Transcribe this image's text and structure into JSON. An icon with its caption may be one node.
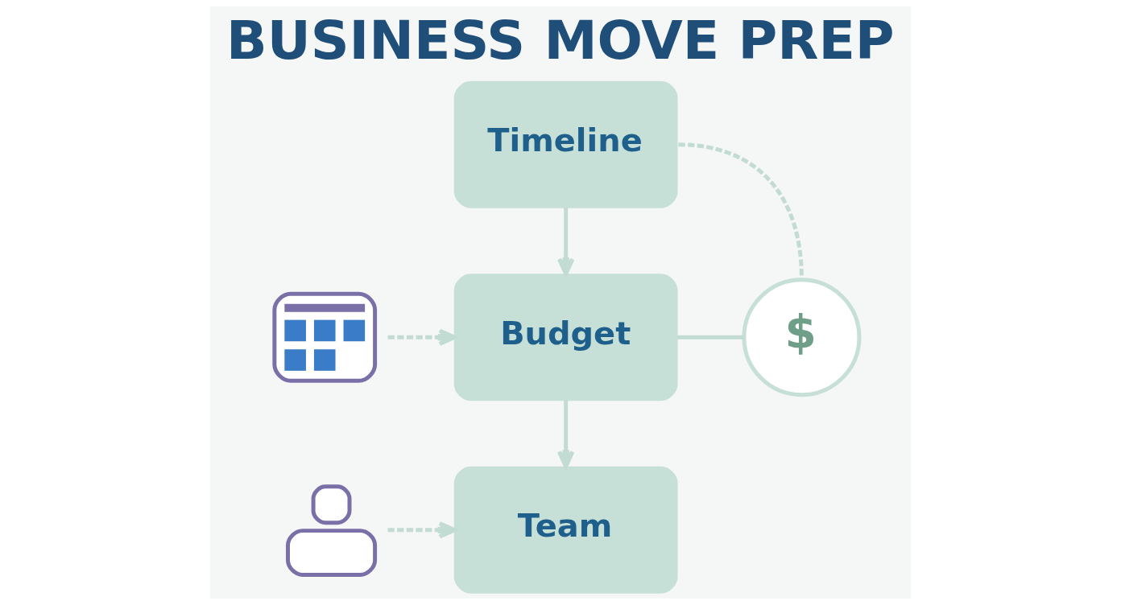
{
  "diagram": {
    "title": "BUSINESS MOVE PREP",
    "nodes": [
      {
        "text": [
          "Timeline"
        ]
      },
      {
        "text": [],
        "shape": "picture"
      },
      {
        "text": [
          "Budget"
        ]
      },
      {
        "text": [
          "$"
        ]
      },
      {
        "text": [],
        "shape": "person"
      },
      {
        "text": [
          "Team"
        ]
      }
    ],
    "edges": [
      {
        "from": 0,
        "to": 2,
        "arrow": "to"
      },
      {
        "from": 0,
        "to": 3,
        "arrow": "none",
        "style": "dashed"
      },
      {
        "from": 1,
        "to": 2,
        "arrow": "to",
        "style": "dashed"
      },
      {
        "from": 2,
        "to": 3,
        "arrow": "none"
      },
      {
        "from": 2,
        "to": 5,
        "arrow": "to"
      },
      {
        "from": 4,
        "to": 5,
        "arrow": "to",
        "style": "dashed"
      }
    ]
  }
}
